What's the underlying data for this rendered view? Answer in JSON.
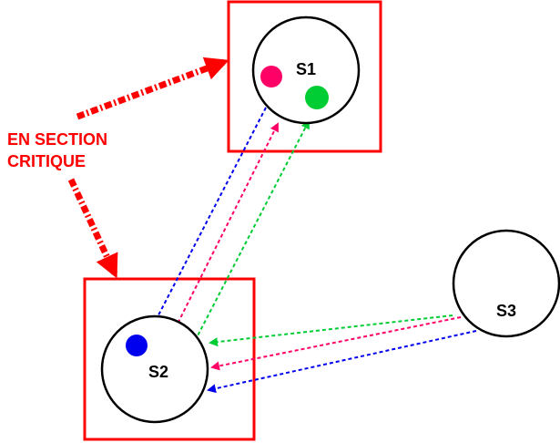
{
  "caption": {
    "line1": "EN SECTION",
    "line2": "CRITIQUE",
    "color": "#ff0000"
  },
  "nodes": {
    "s1": {
      "label": "S1",
      "in_critical_section": true
    },
    "s2": {
      "label": "S2",
      "in_critical_section": true
    },
    "s3": {
      "label": "S3",
      "in_critical_section": false
    }
  },
  "tokens": {
    "s1": [
      {
        "color_name": "pink",
        "color": "#ff0066"
      },
      {
        "color_name": "green",
        "color": "#00cc33"
      }
    ],
    "s2": [
      {
        "color_name": "blue",
        "color": "#0000ee"
      }
    ]
  },
  "messages": [
    {
      "from": "S1",
      "to": "S2",
      "color_name": "blue",
      "color": "#0000ee"
    },
    {
      "from": "S2",
      "to": "S1",
      "color_name": "pink",
      "color": "#ff0066"
    },
    {
      "from": "S2",
      "to": "S1",
      "color_name": "green",
      "color": "#00cc33"
    },
    {
      "from": "S3",
      "to": "S2",
      "color_name": "green",
      "color": "#00cc33"
    },
    {
      "from": "S3",
      "to": "S2",
      "color_name": "pink",
      "color": "#ff0066"
    },
    {
      "from": "S3",
      "to": "S2",
      "color_name": "blue",
      "color": "#0000ee"
    }
  ],
  "highlight_color": "#ff0000"
}
